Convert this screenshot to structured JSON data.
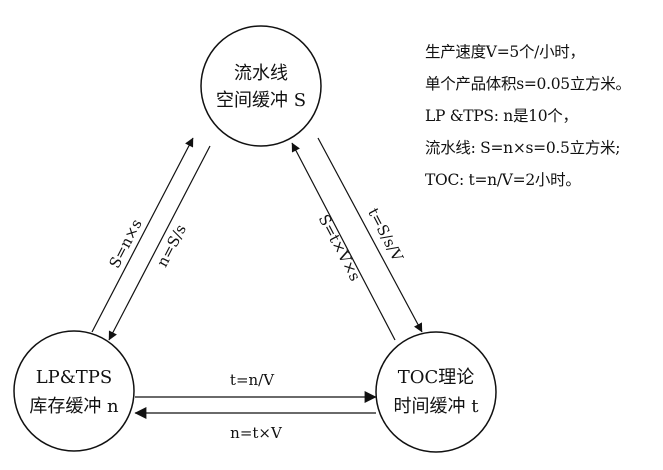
{
  "nodes": {
    "pipeline": {
      "line1": "流水线",
      "line2": "空间缓冲 S"
    },
    "lptps": {
      "line1": "LP&TPS",
      "line2": "库存缓冲 n"
    },
    "toc": {
      "line1": "TOC理论",
      "line2": "时间缓冲 t"
    }
  },
  "edges": {
    "lptps_to_pipeline": "S=n×s",
    "pipeline_to_lptps": "n=S/s",
    "toc_to_pipeline": "S=t×V×s",
    "pipeline_to_toc": "t=S/s/V",
    "lptps_to_toc": "t=n/V",
    "toc_to_lptps": "n=t×V"
  },
  "notes": [
    "生产速度V=5个/小时，",
    "单个产品体积s=0.05立方米。",
    "LP &TPS: n是10个，",
    "流水线: S=n×s=0.5立方米;",
    "TOC: t=n/V=2小时。"
  ]
}
